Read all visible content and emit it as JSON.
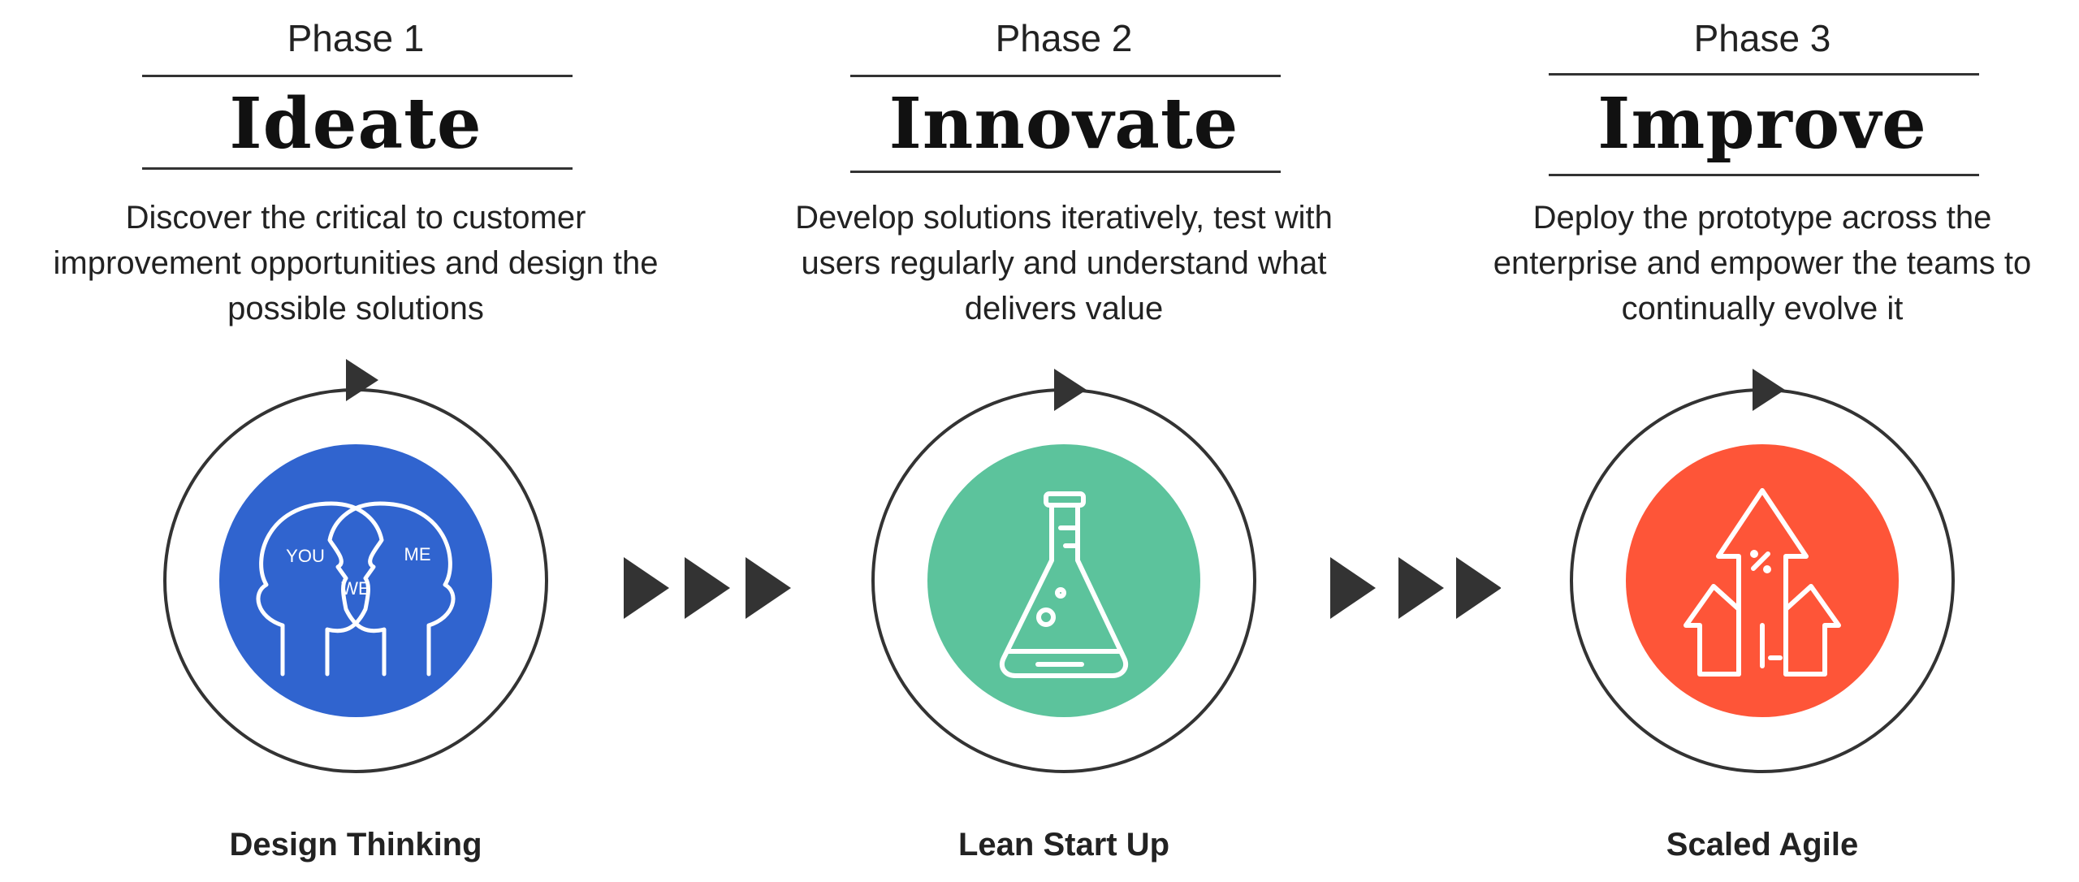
{
  "phases": [
    {
      "label": "Phase 1",
      "title": "Ideate",
      "description": "Discover the critical to customer\nimprovement opportunities and design the\npossible solutions",
      "caption": "Design Thinking",
      "color": "#3064cf",
      "icon": "heads-you-we-me-icon",
      "icon_text": {
        "you": "YOU",
        "we": "WE",
        "me": "ME"
      }
    },
    {
      "label": "Phase 2",
      "title": "Innovate",
      "description": "Develop solutions iteratively, test with\nusers regularly and understand what\ndelivers value",
      "caption": "Lean Start Up",
      "color": "#5cc39c",
      "icon": "flask-icon"
    },
    {
      "label": "Phase 3",
      "title": "Improve",
      "description": "Deploy the prototype across the\nenterprise and empower the teams to\ncontinually evolve it",
      "caption": "Scaled Agile",
      "color": "#fe5538",
      "icon": "arrows-up-icon"
    }
  ],
  "connector_icon": "triple-chevron-arrow-icon",
  "ring_color": "#333333"
}
